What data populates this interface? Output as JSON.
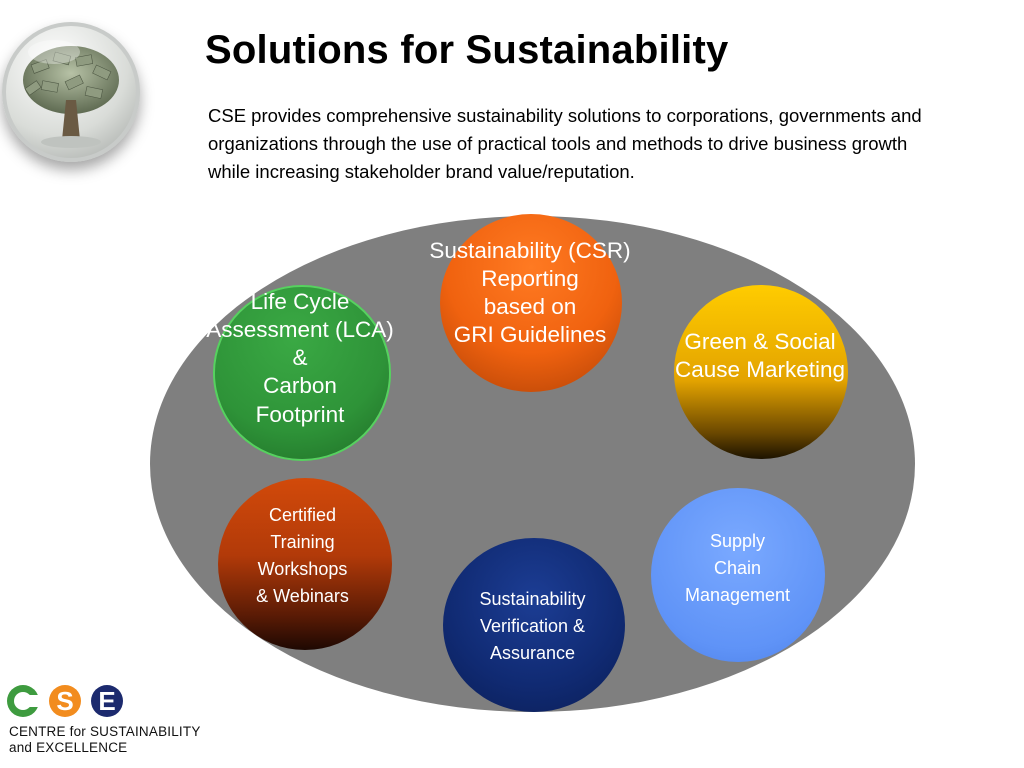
{
  "header": {
    "title": "Solutions for Sustainability",
    "intro": "CSE provides comprehensive sustainability solutions to corporations, governments and organizations through the use of practical tools and methods to drive business growth while increasing stakeholder brand value/reputation."
  },
  "diagram": {
    "circles": {
      "csr": {
        "label": "Sustainability (CSR)\nReporting\nbased on\nGRI Guidelines",
        "color": "#F0620F"
      },
      "lca": {
        "label": "Life Cycle\nAssessment (LCA)\n&\nCarbon\nFootprint",
        "color": "#2E9338"
      },
      "green": {
        "label": "Green & Social\nCause Marketing",
        "color": "#E3A300"
      },
      "cert": {
        "label": "Certified\nTraining\nWorkshops\n& Webinars",
        "color": "#B23A09"
      },
      "verif": {
        "label": "Sustainability\nVerification &\nAssurance",
        "color": "#102A72"
      },
      "supply": {
        "label": "Supply\nChain\nManagement",
        "color": "#5F93F7"
      }
    },
    "background_color": "#7F7F7F"
  },
  "brand": {
    "name": "CENTRE for SUSTAINABILITY\nand EXCELLENCE",
    "logo_letters": "CSE",
    "colors": {
      "c": "#3E9B3F",
      "s": "#F28C1E",
      "e": "#1C2A6E"
    }
  }
}
